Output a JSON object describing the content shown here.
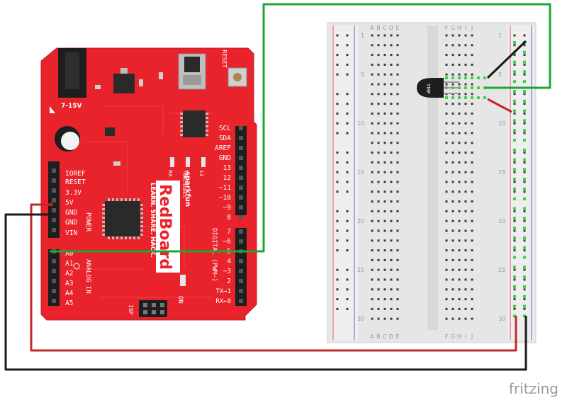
{
  "board": {
    "jack_label": "7-15V",
    "reset_label": "RESET",
    "brand_top": "sparkfun",
    "brand_sub": "ELECTRONICS",
    "brand_name": "RedBoard",
    "slogan": "LEARN. SHARE. HACK.",
    "power_label": "POWER",
    "analog_label": "ANALOG IN",
    "digital_label": "DIGITAL (PWM~)",
    "isp_label": "ISP",
    "on_label": "ON",
    "rx_label": "RX",
    "tx_label": "TX",
    "led13_label": "13",
    "power_pins": [
      "IOREF",
      "RESET",
      "3.3V",
      "5V",
      "GND",
      "GND",
      "VIN"
    ],
    "analog_pins": [
      "A0",
      "A1",
      "A2",
      "A3",
      "A4",
      "A5"
    ],
    "top_pins": [
      "SCL",
      "SDA",
      "AREF",
      "GND",
      "13",
      "12",
      "~11",
      "~10",
      "~9",
      "8"
    ],
    "bottom_pins": [
      "7",
      "~6",
      "~5",
      "4",
      "~3",
      "2",
      "TX→1",
      "RX←0"
    ]
  },
  "breadboard": {
    "col_letters_left": [
      "A",
      "B",
      "C",
      "D",
      "E"
    ],
    "col_letters_right": [
      "F",
      "G",
      "H",
      "I",
      "J"
    ],
    "row_numbers": [
      "1",
      "5",
      "10",
      "15",
      "20",
      "25",
      "30"
    ]
  },
  "sensor": {
    "label": "TMP"
  },
  "watermark": "fritzing",
  "colors": {
    "board_red": "#e8232b",
    "wire_green": "#1aa832",
    "wire_red": "#c0282a",
    "wire_black": "#1a1a1a"
  }
}
